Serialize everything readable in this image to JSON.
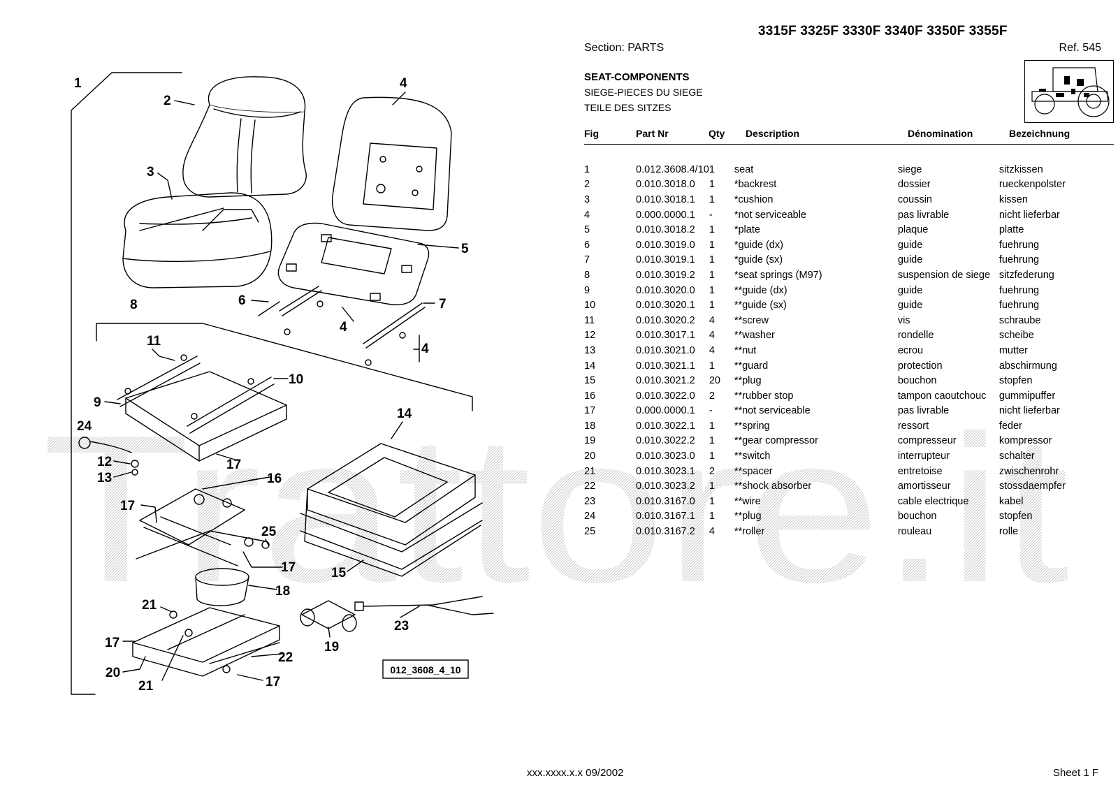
{
  "header": {
    "models": "3315F 3325F 3330F 3340F 3350F 3355F",
    "section": "Section: PARTS",
    "ref": "Ref. 545"
  },
  "title": {
    "en": "SEAT-COMPONENTS",
    "fr": "SIEGE-PIECES DU SIEGE",
    "de": "TEILE DES SITZES"
  },
  "columns": {
    "fig": "Fig",
    "part": "Part Nr",
    "qty": "Qty",
    "desc": "Description",
    "den": "Dénomination",
    "bez": "Bezeichnung"
  },
  "rows": [
    {
      "fig": "1",
      "part": "0.012.3608.4/10",
      "qty": "1",
      "desc": "seat",
      "den": "siege",
      "bez": "sitzkissen"
    },
    {
      "fig": "2",
      "part": "0.010.3018.0",
      "qty": "1",
      "desc": "*backrest",
      "den": "dossier",
      "bez": "rueckenpolster"
    },
    {
      "fig": "3",
      "part": "0.010.3018.1",
      "qty": "1",
      "desc": "*cushion",
      "den": "coussin",
      "bez": "kissen"
    },
    {
      "fig": "4",
      "part": "0.000.0000.1",
      "qty": "-",
      "desc": "*not serviceable",
      "den": "pas livrable",
      "bez": "nicht lieferbar"
    },
    {
      "fig": "5",
      "part": "0.010.3018.2",
      "qty": "1",
      "desc": "*plate",
      "den": "plaque",
      "bez": "platte"
    },
    {
      "fig": "6",
      "part": "0.010.3019.0",
      "qty": "1",
      "desc": "*guide (dx)",
      "den": "guide",
      "bez": "fuehrung"
    },
    {
      "fig": "7",
      "part": "0.010.3019.1",
      "qty": "1",
      "desc": "*guide (sx)",
      "den": "guide",
      "bez": "fuehrung"
    },
    {
      "fig": "8",
      "part": "0.010.3019.2",
      "qty": "1",
      "desc": "*seat springs (M97)",
      "den": "suspension de siege",
      "bez": "sitzfederung"
    },
    {
      "fig": "9",
      "part": "0.010.3020.0",
      "qty": "1",
      "desc": "**guide (dx)",
      "den": "guide",
      "bez": "fuehrung"
    },
    {
      "fig": "10",
      "part": "0.010.3020.1",
      "qty": "1",
      "desc": "**guide (sx)",
      "den": "guide",
      "bez": "fuehrung"
    },
    {
      "fig": "11",
      "part": "0.010.3020.2",
      "qty": "4",
      "desc": "**screw",
      "den": "vis",
      "bez": "schraube"
    },
    {
      "fig": "12",
      "part": "0.010.3017.1",
      "qty": "4",
      "desc": "**washer",
      "den": "rondelle",
      "bez": "scheibe"
    },
    {
      "fig": "13",
      "part": "0.010.3021.0",
      "qty": "4",
      "desc": "**nut",
      "den": "ecrou",
      "bez": "mutter"
    },
    {
      "fig": "14",
      "part": "0.010.3021.1",
      "qty": "1",
      "desc": "**guard",
      "den": "protection",
      "bez": "abschirmung"
    },
    {
      "fig": "15",
      "part": "0.010.3021.2",
      "qty": "20",
      "desc": "**plug",
      "den": "bouchon",
      "bez": "stopfen"
    },
    {
      "fig": "16",
      "part": "0.010.3022.0",
      "qty": "2",
      "desc": "**rubber stop",
      "den": "tampon caoutchouc",
      "bez": "gummipuffer"
    },
    {
      "fig": "17",
      "part": "0.000.0000.1",
      "qty": "-",
      "desc": "**not serviceable",
      "den": "pas livrable",
      "bez": "nicht lieferbar"
    },
    {
      "fig": "18",
      "part": "0.010.3022.1",
      "qty": "1",
      "desc": "**spring",
      "den": "ressort",
      "bez": "feder"
    },
    {
      "fig": "19",
      "part": "0.010.3022.2",
      "qty": "1",
      "desc": "**gear compressor",
      "den": "compresseur",
      "bez": "kompressor"
    },
    {
      "fig": "20",
      "part": "0.010.3023.0",
      "qty": "1",
      "desc": "**switch",
      "den": "interrupteur",
      "bez": "schalter"
    },
    {
      "fig": "21",
      "part": "0.010.3023.1",
      "qty": "2",
      "desc": "**spacer",
      "den": "entretoise",
      "bez": "zwischenrohr"
    },
    {
      "fig": "22",
      "part": "0.010.3023.2",
      "qty": "1",
      "desc": "**shock absorber",
      "den": "amortisseur",
      "bez": "stossdaempfer"
    },
    {
      "fig": "23",
      "part": "0.010.3167.0",
      "qty": "1",
      "desc": "**wire",
      "den": "cable electrique",
      "bez": "kabel"
    },
    {
      "fig": "24",
      "part": "0.010.3167.1",
      "qty": "1",
      "desc": "**plug",
      "den": "bouchon",
      "bez": "stopfen"
    },
    {
      "fig": "25",
      "part": "0.010.3167.2",
      "qty": "4",
      "desc": "**roller",
      "den": "rouleau",
      "bez": "rolle"
    }
  ],
  "diagram": {
    "code": "012_3608_4_10",
    "callouts": [
      "1",
      "2",
      "3",
      "4",
      "4",
      "4",
      "5",
      "6",
      "7",
      "8",
      "9",
      "10",
      "11",
      "12",
      "13",
      "14",
      "15",
      "16",
      "17",
      "17",
      "17",
      "17",
      "17",
      "18",
      "19",
      "20",
      "21",
      "21",
      "22",
      "23",
      "24",
      "25"
    ]
  },
  "watermark": "Trattore.it",
  "footer": {
    "code": "xxx.xxxx.x.x  09/2002",
    "sheet": "Sheet 1 F"
  }
}
